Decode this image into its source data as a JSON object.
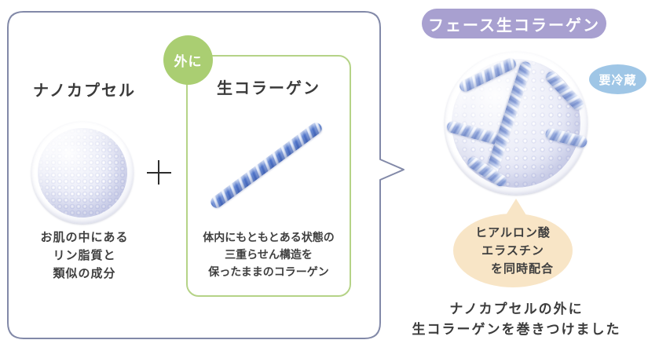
{
  "left_panel": {
    "nanocapsule": {
      "title": "ナノカプセル",
      "lines": [
        "お肌の中にある",
        "リン脂質と",
        "類似の成分"
      ]
    },
    "plus_sign": "+",
    "collagen_box": {
      "badge": "外に",
      "title": "生コラーゲン",
      "lines": [
        "体内にもともとある状態の",
        "三重らせん構造を",
        "保ったままのコラーゲン"
      ]
    }
  },
  "right_panel": {
    "title_badge": "フェース生コラーゲン",
    "refrigeration_badge": "要冷蔵",
    "bubble_lines": [
      "ヒアルロン酸",
      "エラスチン",
      "を同時配合"
    ],
    "caption_lines": [
      "ナノカプセルの外に",
      "生コラーゲンを巻きつけました"
    ]
  },
  "colors": {
    "panel_border": "#8289a8",
    "green_circle": "#aace72",
    "green_border": "#b5d387",
    "purple_badge": "#a8a0d0",
    "blue_badge": "#9fc6e6",
    "bubble_bg": "#f8e5c6",
    "text": "#3f3f3f"
  }
}
